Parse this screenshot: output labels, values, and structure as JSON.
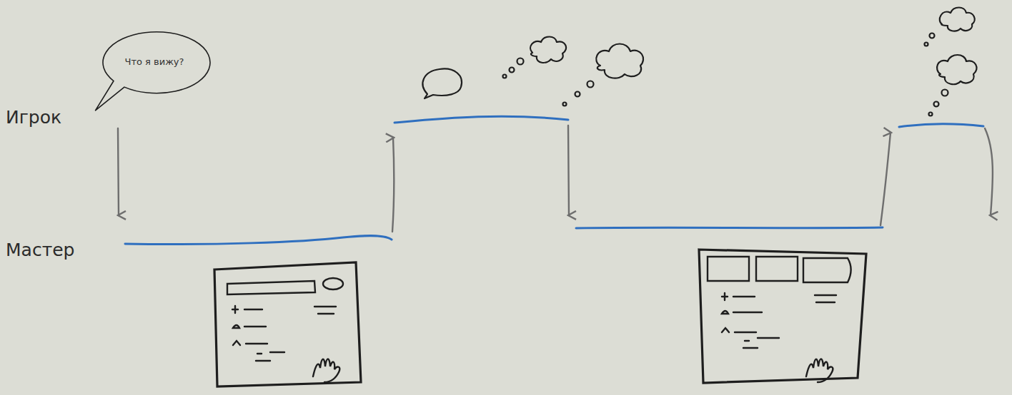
{
  "diagram": {
    "nodes": [
      {
        "text": [
          "Что я вижу?"
        ]
      }
    ],
    "labels": [
      "Игрок",
      "Мастер"
    ]
  }
}
